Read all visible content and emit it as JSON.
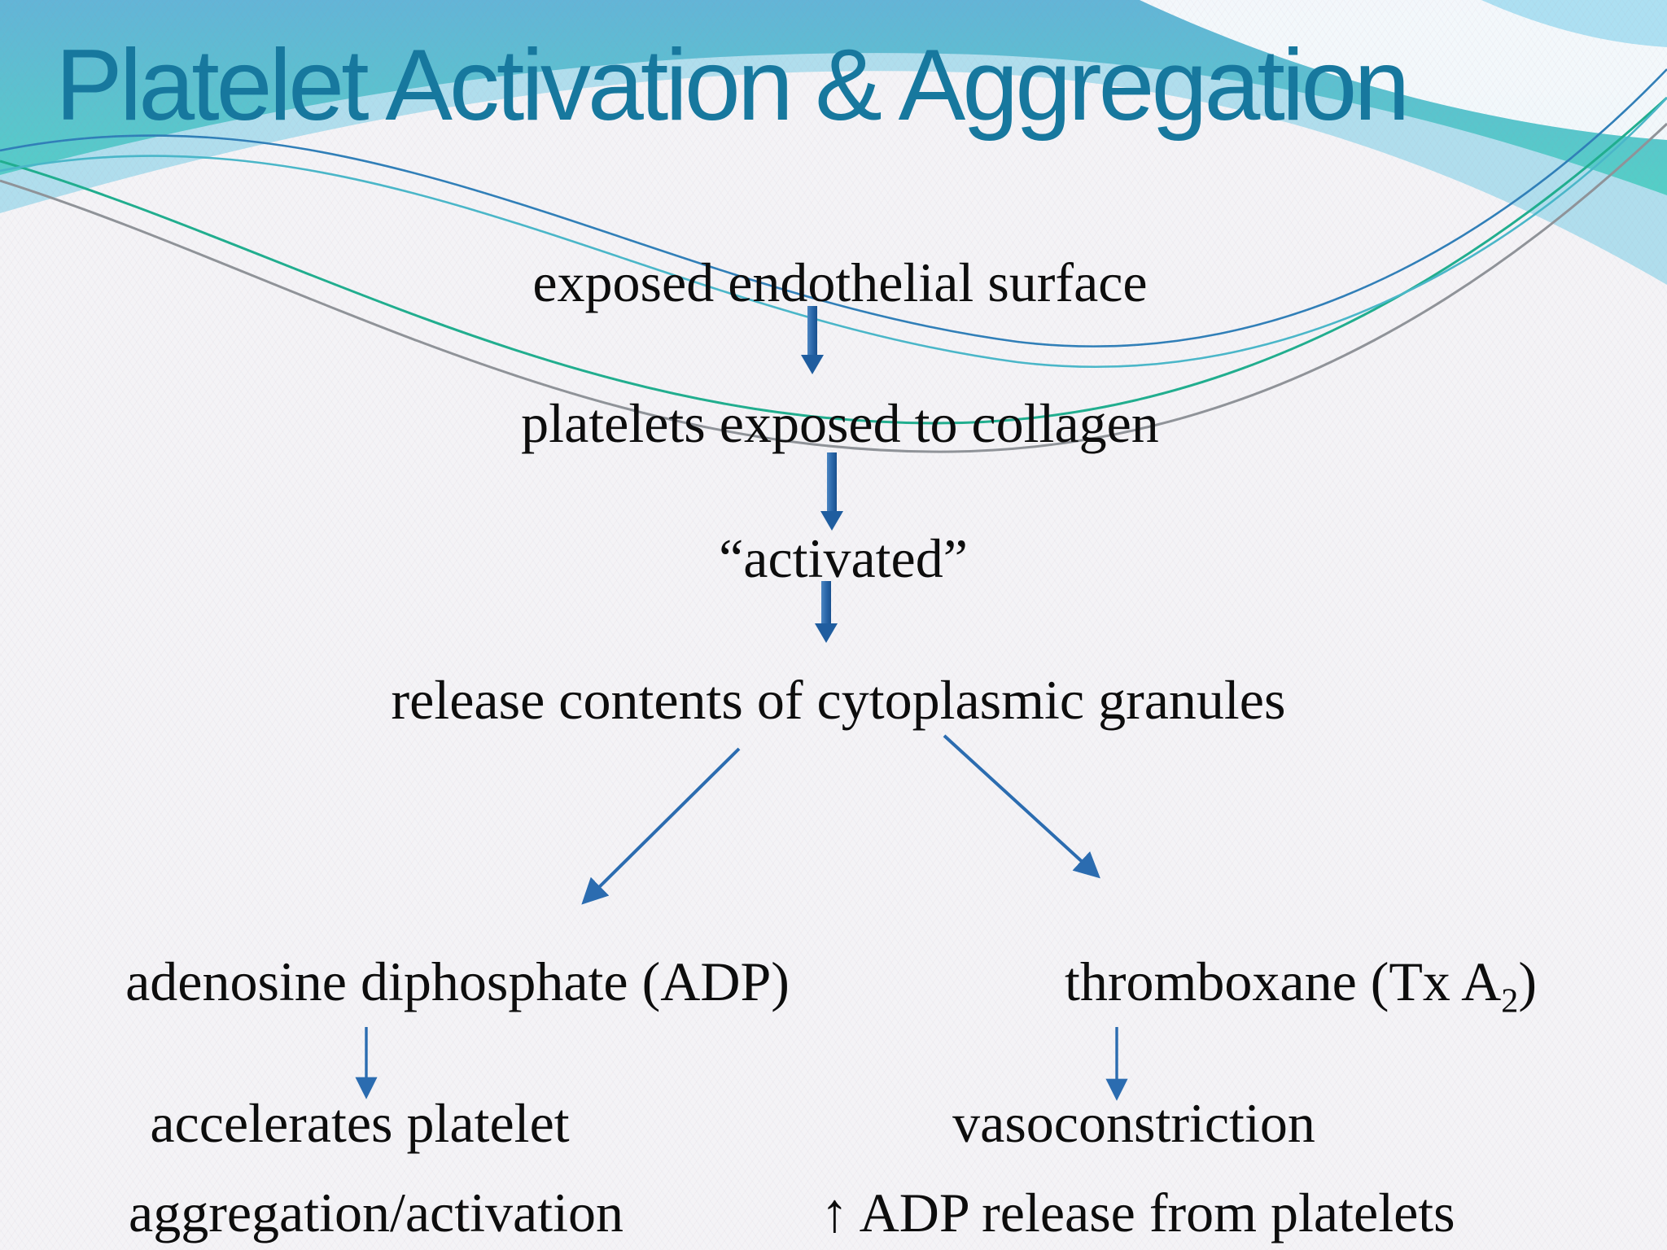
{
  "slide": {
    "title": "Platelet Activation & Aggregation",
    "flow": {
      "step1": "exposed endothelial surface",
      "step2": "platelets exposed to collagen",
      "step3": "“activated”",
      "step4": "release contents of cytoplasmic granules"
    },
    "left_branch": {
      "mediator": "adenosine diphosphate (ADP)",
      "effect_line1": "accelerates platelet",
      "effect_line2": "aggregation/activation"
    },
    "right_branch": {
      "mediator_pre": "thromboxane (Tx A",
      "mediator_sub": "2",
      "mediator_post": ")",
      "effect_line1": "vasoconstriction",
      "effect_line2": "↑ ADP release from platelets"
    },
    "colors": {
      "title_teal": "#17789e",
      "thick_arrow_blue": "#1f5d9f",
      "thin_arrow_blue": "#2b6cb0",
      "body_text": "#0d0d0d",
      "background": "#f4f3f6",
      "wave_blue_top": "#63b5d7",
      "wave_turquoise": "#54cfc6",
      "accent_line_green": "#1fae8e",
      "accent_line_gray": "#8f9398",
      "accent_line_blue": "#2f7fb8",
      "accent_line_teal": "#49b7c9"
    }
  }
}
